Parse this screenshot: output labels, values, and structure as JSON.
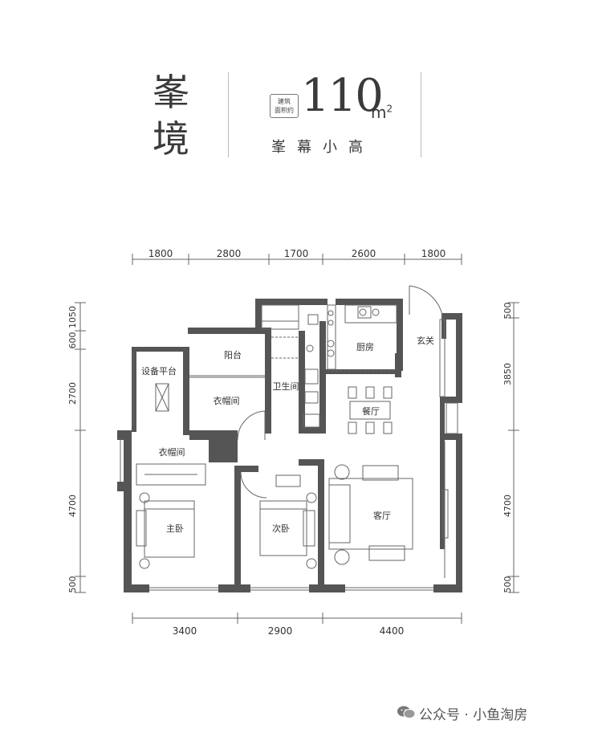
{
  "title": {
    "name_chars": [
      "峯",
      "境"
    ],
    "badge_lines": [
      "建筑",
      "面积约"
    ],
    "area_value": "110",
    "area_unit": "m",
    "area_unit_sup": "2",
    "series": "峯幕小高"
  },
  "dimensions": {
    "top": [
      "1800",
      "2800",
      "1700",
      "2600",
      "1800"
    ],
    "bottom": [
      "3400",
      "2900",
      "4400"
    ],
    "left": [
      "1050",
      "600",
      "2700",
      "4700",
      "500"
    ],
    "right": [
      "500",
      "3850",
      "4700",
      "500"
    ]
  },
  "rooms": {
    "balcony": "阳台",
    "equipment_platform": "设备平台",
    "walk_in_closet_upper": "衣帽间",
    "bathroom": "卫生间",
    "kitchen": "厨房",
    "entrance": "玄关",
    "dining": "餐厅",
    "walk_in_closet_lower": "衣帽间",
    "master_bedroom": "主卧",
    "second_bedroom": "次卧",
    "living_room": "客厅"
  },
  "watermark": "公众号 · 小鱼淘房",
  "colors": {
    "wall": "#555555",
    "line": "#666666",
    "text": "#333333"
  }
}
